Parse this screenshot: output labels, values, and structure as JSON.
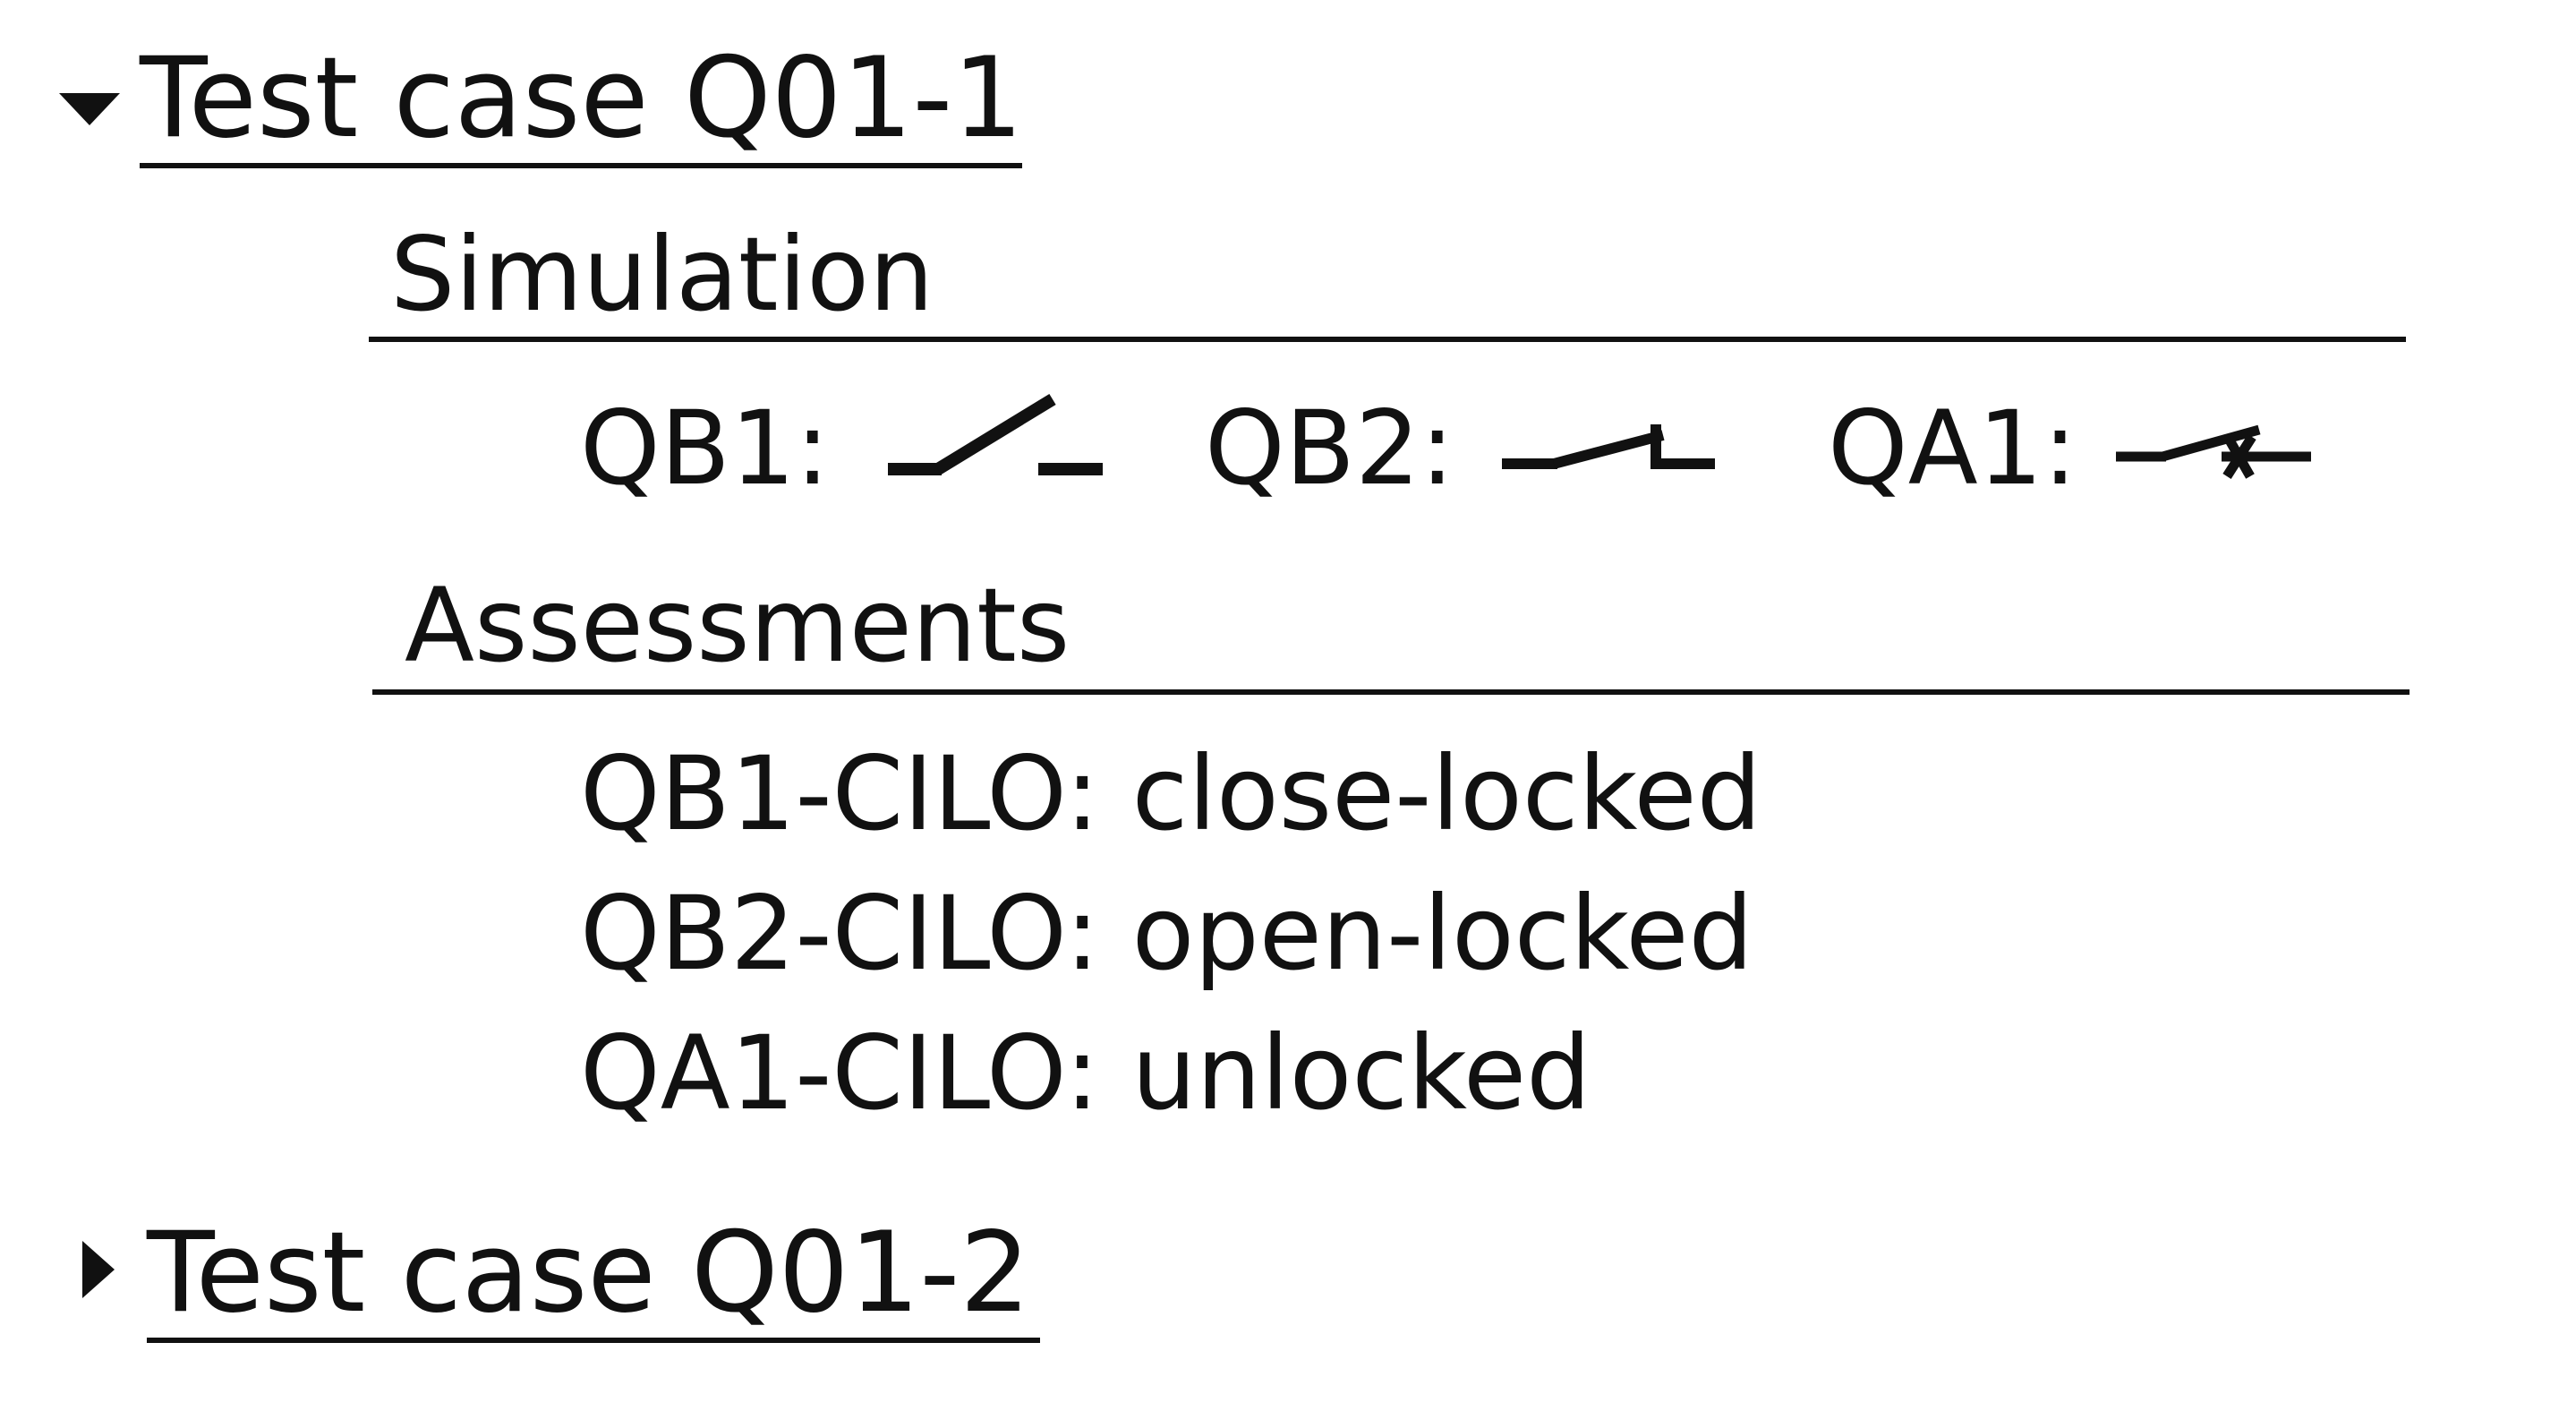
{
  "cases": [
    {
      "title": "Test case Q01-1",
      "expanded": true,
      "simulation": {
        "heading": "Simulation",
        "devices": [
          {
            "label": "QB1:",
            "symbol": "disconnector-open-icon"
          },
          {
            "label": "QB2:",
            "symbol": "disconnector-closing-icon"
          },
          {
            "label": "QA1:",
            "symbol": "circuit-breaker-icon"
          }
        ]
      },
      "assessments": {
        "heading": "Assessments",
        "items": [
          "QB1-CILO: close-locked",
          "QB2-CILO: open-locked",
          "QA1-CILO: unlocked"
        ]
      }
    },
    {
      "title": "Test case Q01-2",
      "expanded": false
    }
  ]
}
